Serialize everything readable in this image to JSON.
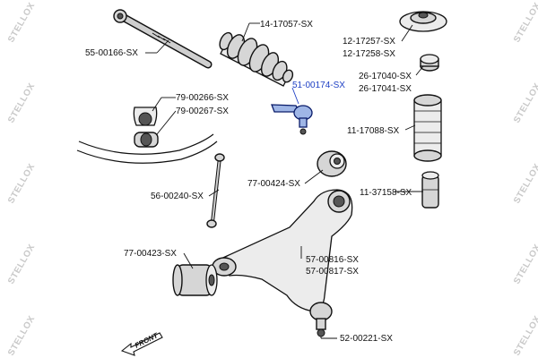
{
  "watermark": "STELLOX",
  "direction_label": "FRONT",
  "parts": {
    "p1": "14-17057-SX",
    "p2": "55-00166-SX",
    "p3": "12-17257-SX",
    "p4": "12-17258-SX",
    "p5": "26-17040-SX",
    "p6": "26-17041-SX",
    "p7": "51-00174-SX",
    "p8": "79-00266-SX",
    "p9": "79-00267-SX",
    "p10": "11-17088-SX",
    "p11": "77-00424-SX",
    "p12": "11-37158-SX",
    "p13": "56-00240-SX",
    "p14": "57-00816-SX",
    "p15": "57-00817-SX",
    "p16": "77-00423-SX",
    "p17": "52-00221-SX"
  },
  "highlighted_part": "51-00174-SX",
  "colors": {
    "highlight": "#1d3fc4",
    "text": "#111111",
    "watermark": "#c9c9c9"
  }
}
